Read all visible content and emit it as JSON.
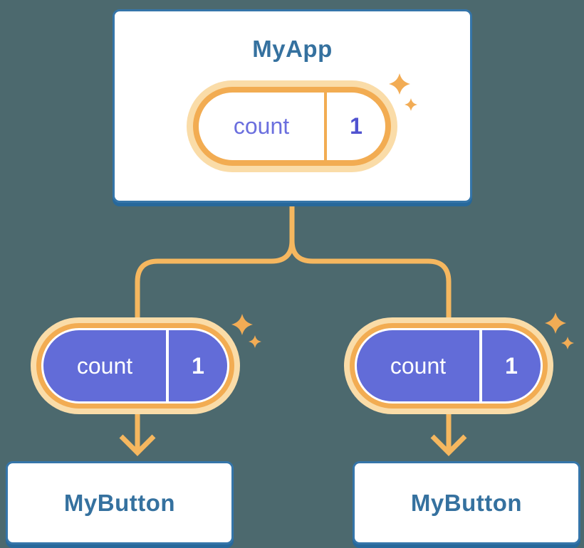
{
  "colors": {
    "background": "#4C696E",
    "card_bg": "#FFFFFF",
    "card_border": "#3575A9",
    "card_shadow": "#27689B",
    "heading_text": "#35719F",
    "connector": "#F5B75F",
    "pill_ring": "#F2AC52",
    "pill_ring_glow": "#FADCA8",
    "state_pill_bg": "#FFFFFF",
    "prop_pill_bg": "#626CD8",
    "state_label_text": "#6B6FDE",
    "state_value_text": "#5053D0",
    "prop_text": "#FFFFFF",
    "sparkle": "#F2AC55"
  },
  "root_card": {
    "title": "MyApp",
    "pill": {
      "label": "count",
      "value": "1"
    }
  },
  "left_branch": {
    "pill": {
      "label": "count",
      "value": "1"
    },
    "card": {
      "title": "MyButton"
    }
  },
  "right_branch": {
    "pill": {
      "label": "count",
      "value": "1"
    },
    "card": {
      "title": "MyButton"
    }
  }
}
